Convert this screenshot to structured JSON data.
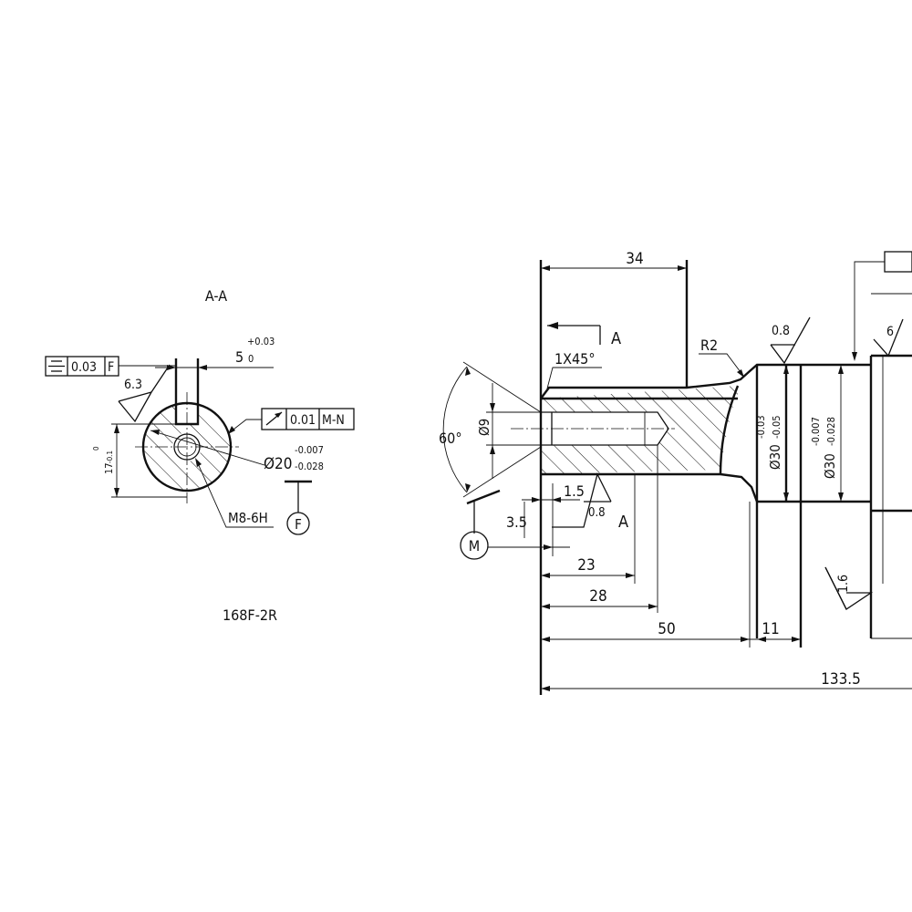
{
  "section_view": {
    "title": "A-A",
    "model": "168F-2R",
    "keyway_width": "5",
    "keyway_tol_upper": "+0.03",
    "keyway_tol_lower": "0",
    "depth_nominal": "17",
    "depth_tol_upper": "0",
    "depth_tol_lower": "-0.1",
    "symmetry_tolerance": "0.03",
    "symmetry_datum": "F",
    "roughness": "6.3",
    "runout_tolerance": "0.01",
    "runout_datum": "M-N",
    "diameter": "Ø20",
    "diameter_tol_upper": "-0.007",
    "diameter_tol_lower": "-0.028",
    "thread": "M8-6H",
    "datum_label": "F"
  },
  "shaft_view": {
    "section_marker": "A",
    "section_marker_lower": "A",
    "len_34": "34",
    "chamfer": "1X45°",
    "radius": "R2",
    "roughness_shoulder": "0.8",
    "roughness_center": "0.8",
    "roughness_bearing": "1.6",
    "dia1": "Ø30",
    "dia1_tol_upper": "-0.03",
    "dia1_tol_lower": "-0.05",
    "dia2": "Ø30",
    "dia2_tol_upper": "-0.007",
    "dia2_tol_lower": "-0.028",
    "angle": "60°",
    "center_dia": "Ø9",
    "dim_1_5": "1.5",
    "dim_3_5": "3.5",
    "dim_23": "23",
    "dim_28": "28",
    "dim_50": "50",
    "dim_11": "11",
    "dim_133_5": "133.5",
    "datum_label": "M",
    "partial_left_tag": "6"
  }
}
